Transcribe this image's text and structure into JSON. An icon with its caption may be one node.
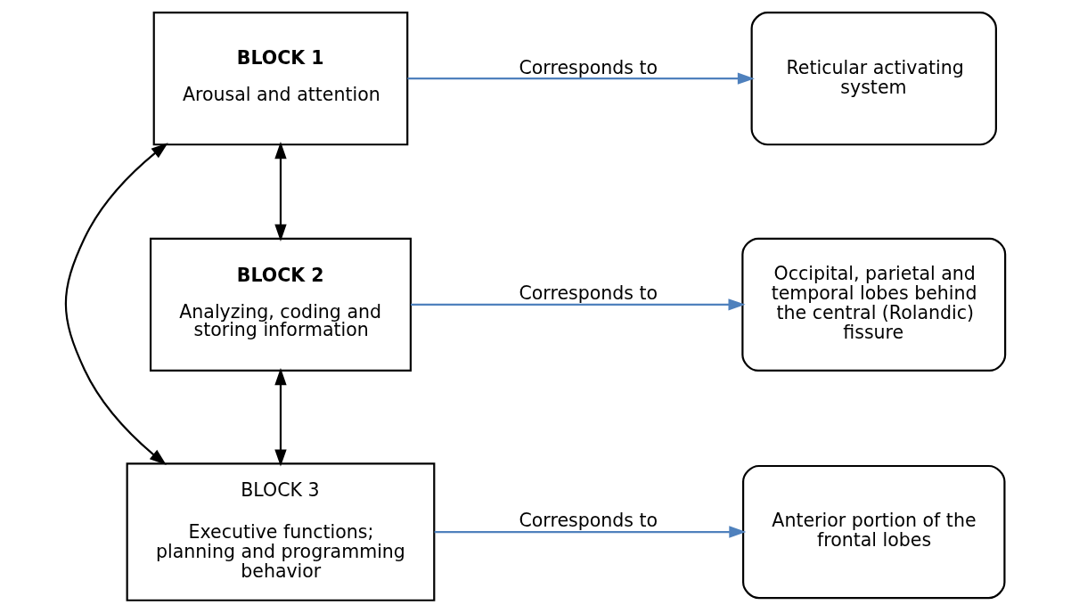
{
  "diagram": {
    "nodes": [
      {
        "text": [
          "BLOCK 1",
          "Arousal and attention"
        ]
      },
      {
        "text": [
          "Reticular activating system"
        ]
      },
      {
        "text": [
          "BLOCK 2",
          "Analyzing, coding and storing information"
        ]
      },
      {
        "text": [
          "Occipital, parietal and temporal lobes behind the central (Rolandic) fissure"
        ]
      },
      {
        "text": [
          "BLOCK 3",
          "Executive functions; planning and programming behavior"
        ]
      },
      {
        "text": [
          "Anterior portion of the frontal lobes"
        ]
      }
    ],
    "edges": [
      {
        "from": 0,
        "to": 1,
        "arrow": "to",
        "label": "Corresponds to",
        "color": "#4f81bd"
      },
      {
        "from": 0,
        "to": 2,
        "arrow": "both",
        "color": "#000000"
      },
      {
        "from": 2,
        "to": 3,
        "arrow": "to",
        "label": "Corresponds to",
        "color": "#4f81bd"
      },
      {
        "from": 2,
        "to": 4,
        "arrow": "both",
        "color": "#000000"
      },
      {
        "from": 4,
        "to": 5,
        "arrow": "to",
        "label": "Corresponds to",
        "color": "#4f81bd"
      },
      {
        "from": 4,
        "to": 0,
        "arrow": "both",
        "color": "#000000"
      }
    ]
  }
}
